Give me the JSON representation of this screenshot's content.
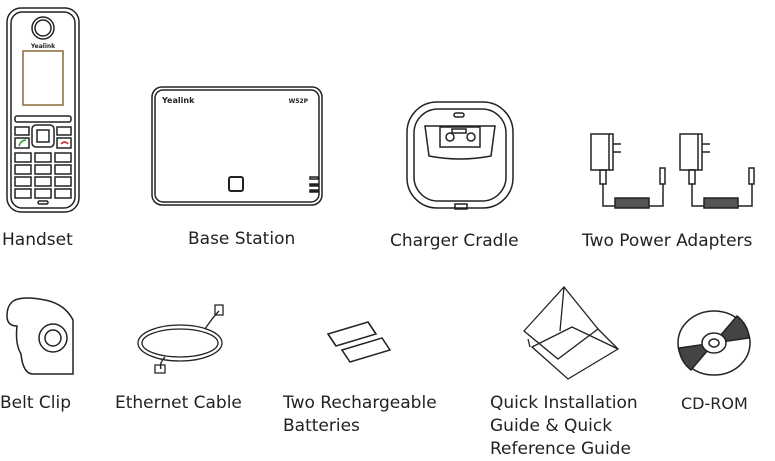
{
  "items": [
    {
      "label": "Handset",
      "brand": "Yealink"
    },
    {
      "label": "Base Station",
      "brand": "Yealink",
      "model": "W52P"
    },
    {
      "label": "Charger Cradle"
    },
    {
      "label": "Two Power Adapters"
    },
    {
      "label": "Belt Clip"
    },
    {
      "label": "Ethernet Cable"
    },
    {
      "label_lines": [
        "Two Rechargeable",
        "Batteries"
      ]
    },
    {
      "label_lines": [
        "Quick Installation",
        "Guide & Quick",
        "Reference Guide"
      ]
    },
    {
      "label": "CD-ROM"
    }
  ],
  "colors": {
    "line": "#222222",
    "screen_border": "#8a6a3a",
    "call_green": "#2aa52a",
    "end_red": "#d52020"
  },
  "icons": [
    "handset-image",
    "base-station-image",
    "charger-cradle-image",
    "power-adapter-image",
    "belt-clip-image",
    "ethernet-cable-image",
    "battery-image",
    "guide-booklet-image",
    "cd-rom-image"
  ]
}
